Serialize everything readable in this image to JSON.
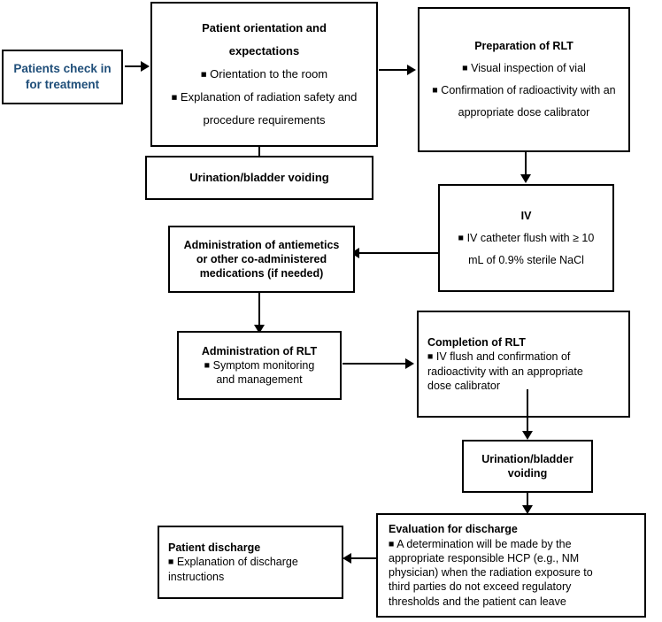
{
  "diagram": {
    "title": "Radioligand therapy (RLT) patient treatment workflow",
    "accent_text_color": "#1F4E79",
    "line_color": "#000000",
    "background": "#FFFFFF",
    "bullet_glyph": "■"
  },
  "nodes": {
    "check_in": {
      "line1": "Patients check in",
      "line2": "for treatment"
    },
    "orientation": {
      "title_line1": "Patient orientation and",
      "title_line2": "expectations",
      "bullet1": "Orientation to the room",
      "bullet2_line1": "Explanation of radiation safety and",
      "bullet2_line2": "procedure requirements"
    },
    "urination_1": {
      "title": "Urination/bladder voiding"
    },
    "preparation": {
      "title": "Preparation of RLT",
      "bullet1": "Visual inspection of vial",
      "bullet2_line1": "Confirmation of radioactivity with an",
      "bullet2_line2": "appropriate dose calibrator"
    },
    "iv": {
      "title": "IV",
      "bullet1_line1": "IV catheter flush with ≥ 10",
      "bullet1_line2": "mL of 0.9% sterile NaCl"
    },
    "antiemetics": {
      "title_line1": "Administration of antiemetics",
      "title_line2": "or other co-administered",
      "title_line3": "medications (if needed)"
    },
    "administration": {
      "title": "Administration of RLT",
      "bullet1_line1": "Symptom monitoring",
      "bullet1_line2": "and management"
    },
    "completion": {
      "title": "Completion of RLT",
      "bullet1_line1": "IV flush and confirmation of",
      "bullet1_line2": "radioactivity with an appropriate",
      "bullet1_line3": "dose calibrator"
    },
    "urination_2": {
      "title_line1": "Urination/bladder",
      "title_line2": "voiding"
    },
    "evaluation": {
      "title": "Evaluation for discharge",
      "bullet1_line1": "A determination will be made by the",
      "bullet1_line2": "appropriate responsible HCP (e.g., NM",
      "bullet1_line3": "physician) when the radiation exposure to",
      "bullet1_line4": "third parties do not exceed regulatory",
      "bullet1_line5": "thresholds and the patient can leave"
    },
    "discharge": {
      "title": "Patient discharge",
      "bullet1_line1": "Explanation of discharge",
      "bullet1_line2": "instructions"
    }
  },
  "connectors": [
    {
      "name": "check-in-to-orientation",
      "type": "arrow-right"
    },
    {
      "name": "orientation-to-urination-1",
      "type": "plain-line-down"
    },
    {
      "name": "orientation-to-preparation",
      "type": "arrow-right"
    },
    {
      "name": "preparation-to-iv",
      "type": "arrow-down"
    },
    {
      "name": "iv-to-antiemetics",
      "type": "arrow-left"
    },
    {
      "name": "antiemetics-to-administration",
      "type": "arrow-down"
    },
    {
      "name": "administration-to-completion",
      "type": "arrow-right"
    },
    {
      "name": "completion-to-urination-2",
      "type": "arrow-down"
    },
    {
      "name": "urination-2-to-evaluation",
      "type": "arrow-down"
    },
    {
      "name": "evaluation-to-discharge",
      "type": "arrow-left"
    }
  ]
}
